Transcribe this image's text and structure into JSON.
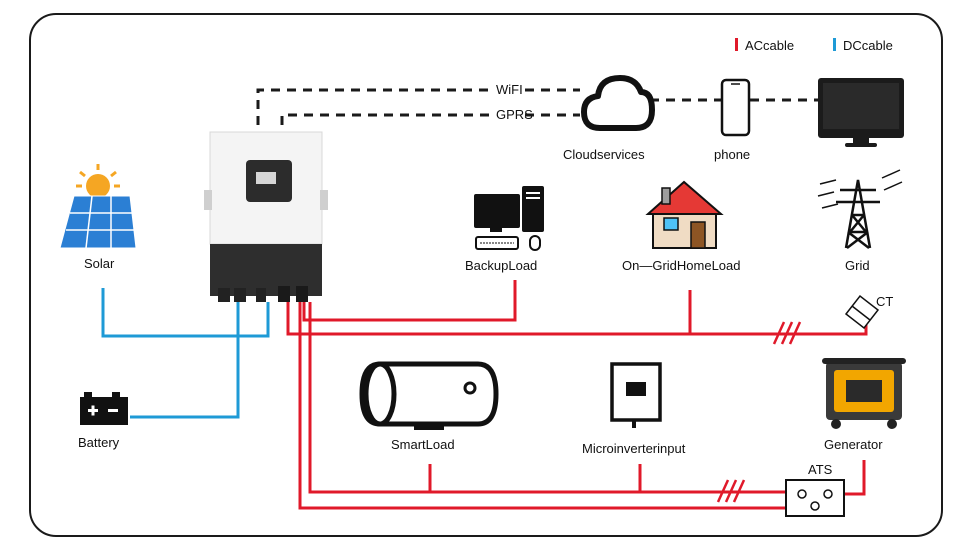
{
  "legend": {
    "ac_label": "ACcable",
    "dc_label": "DCcable",
    "ac_color": "#e0192a",
    "dc_color": "#1e9ad6"
  },
  "links": {
    "wifi": "WiFI",
    "gprs": "GPRS"
  },
  "nodes": {
    "cloud": "Cloudservices",
    "phone": "phone",
    "solar": "Solar",
    "battery": "Battery",
    "backup_load": "BackupLoad",
    "on_grid_home_load": "On—GridHomeLoad",
    "grid": "Grid",
    "ct": "CT",
    "smart_load": "SmartLoad",
    "microinverter": "Microinverterinput",
    "generator": "Generator",
    "ats": "ATS"
  },
  "icons": {
    "inverter": "hybrid-inverter-icon",
    "cloud": "cloud-icon",
    "phone": "smartphone-icon",
    "monitor": "monitor-icon",
    "solar": "solar-panel-icon",
    "battery": "battery-icon",
    "computer": "desktop-computer-icon",
    "house": "house-icon",
    "pylon": "transmission-tower-icon",
    "ct": "current-transformer-icon",
    "water_heater": "water-heater-icon",
    "microinverter": "microinverter-icon",
    "generator": "generator-icon",
    "ats": "transfer-switch-icon"
  }
}
